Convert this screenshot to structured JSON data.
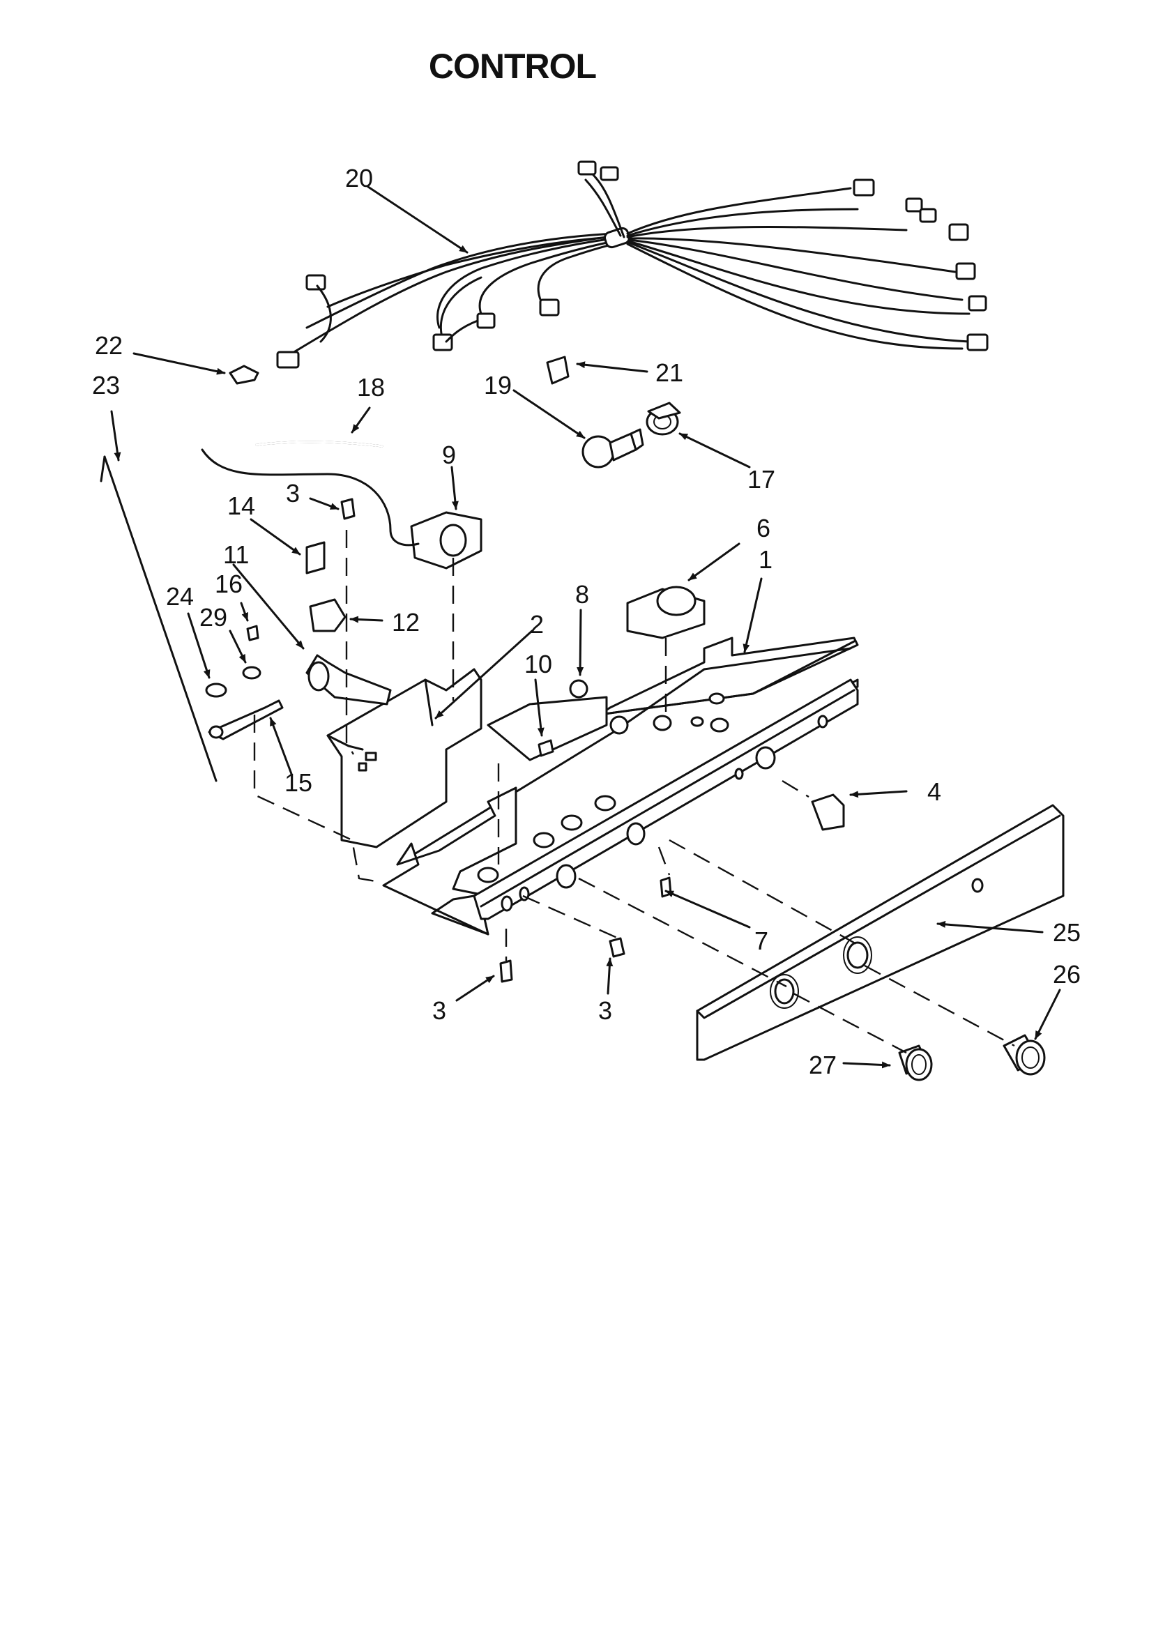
{
  "title": "CONTROL",
  "callouts": [
    {
      "id": "c20",
      "text": "20"
    },
    {
      "id": "c22",
      "text": "22"
    },
    {
      "id": "c23",
      "text": "23"
    },
    {
      "id": "c21",
      "text": "21"
    },
    {
      "id": "c19",
      "text": "19"
    },
    {
      "id": "c18",
      "text": "18"
    },
    {
      "id": "c17",
      "text": "17"
    },
    {
      "id": "c9",
      "text": "9"
    },
    {
      "id": "c3a",
      "text": "3"
    },
    {
      "id": "c14",
      "text": "14"
    },
    {
      "id": "c6",
      "text": "6"
    },
    {
      "id": "c11",
      "text": "11"
    },
    {
      "id": "c1",
      "text": "1"
    },
    {
      "id": "c16",
      "text": "16"
    },
    {
      "id": "c24",
      "text": "24"
    },
    {
      "id": "c29",
      "text": "29"
    },
    {
      "id": "c8",
      "text": "8"
    },
    {
      "id": "c12",
      "text": "12"
    },
    {
      "id": "c2",
      "text": "2"
    },
    {
      "id": "c10",
      "text": "10"
    },
    {
      "id": "c4",
      "text": "4"
    },
    {
      "id": "c15",
      "text": "15"
    },
    {
      "id": "c7",
      "text": "7"
    },
    {
      "id": "c25",
      "text": "25"
    },
    {
      "id": "c26",
      "text": "26"
    },
    {
      "id": "c3b",
      "text": "3"
    },
    {
      "id": "c3c",
      "text": "3"
    },
    {
      "id": "c27",
      "text": "27"
    }
  ]
}
